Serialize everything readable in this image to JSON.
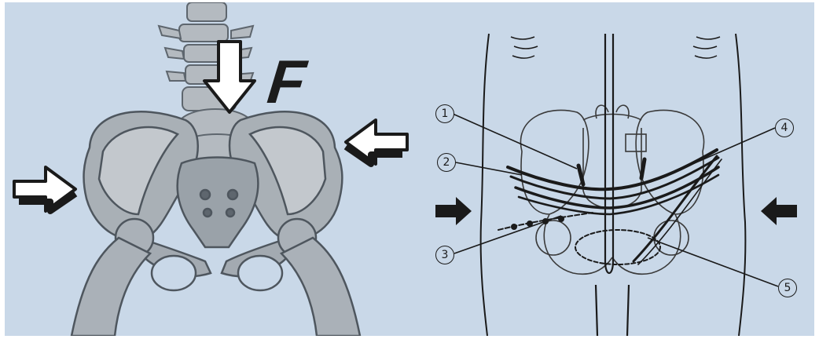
{
  "left_panel": {
    "force_label": "F"
  },
  "right_panel": {
    "labels": [
      "1",
      "2",
      "3",
      "4",
      "5"
    ]
  },
  "colors": {
    "background": "#c9d8e8",
    "bone_light": "#b8bec4",
    "bone_mid": "#8e969e",
    "bone_dark": "#5e666e",
    "outline": "#1a1a1a"
  }
}
